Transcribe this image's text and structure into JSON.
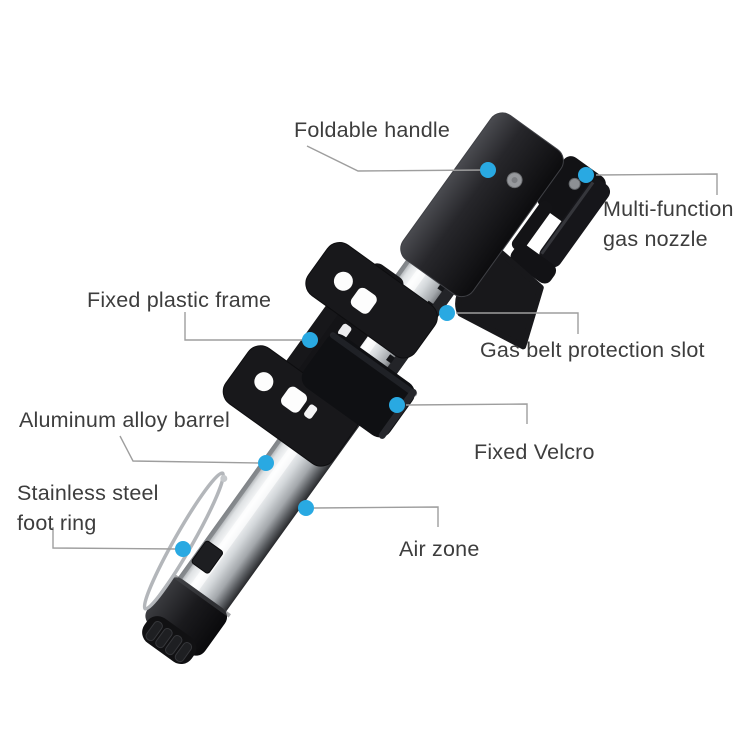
{
  "figure": {
    "type": "annotated-product-diagram",
    "subject": "mini bicycle pump with part callouts"
  },
  "colors": {
    "background": "#ffffff",
    "dot_blue": "#29a9e2",
    "leader_gray": "#9e9e9e",
    "text_dark": "#3d3d3d",
    "barrel_silver": "#d7dadd",
    "body_black": "#1a1a1d"
  },
  "labels": [
    {
      "id": "foldable-handle",
      "lines": [
        "Foldable handle"
      ]
    },
    {
      "id": "multi-function-gas-nozzle",
      "lines": [
        "Multi-function",
        "gas nozzle"
      ]
    },
    {
      "id": "fixed-plastic-frame",
      "lines": [
        "Fixed plastic frame"
      ]
    },
    {
      "id": "gas-belt-protection-slot",
      "lines": [
        "Gas belt protection slot"
      ]
    },
    {
      "id": "aluminum-alloy-barrel",
      "lines": [
        "Aluminum alloy barrel"
      ]
    },
    {
      "id": "fixed-velcro",
      "lines": [
        "Fixed Velcro"
      ]
    },
    {
      "id": "stainless-steel-foot-ring",
      "lines": [
        "Stainless steel",
        "foot ring"
      ]
    },
    {
      "id": "air-zone",
      "lines": [
        "Air zone"
      ]
    }
  ]
}
